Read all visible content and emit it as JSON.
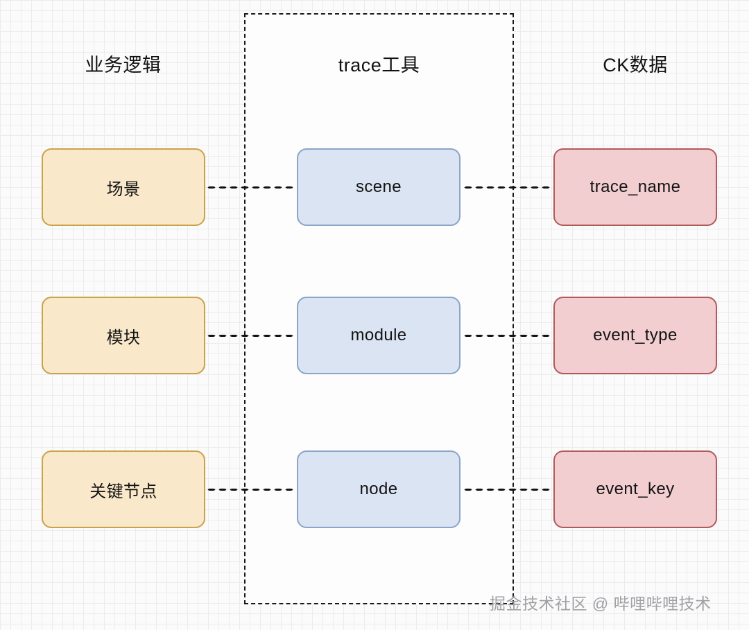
{
  "diagram": {
    "columns": [
      {
        "id": "business-logic",
        "header": "业务逻辑"
      },
      {
        "id": "trace-tool",
        "header": "trace工具"
      },
      {
        "id": "ck-data",
        "header": "CK数据"
      }
    ],
    "rows": [
      {
        "business": "场景",
        "tool": "scene",
        "ck": "trace_name"
      },
      {
        "business": "模块",
        "tool": "module",
        "ck": "event_type"
      },
      {
        "business": "关键节点",
        "tool": "node",
        "ck": "event_key"
      }
    ],
    "colors": {
      "business_fill": "#fae8ca",
      "business_border": "#c9a24a",
      "tool_fill": "#dbe4f2",
      "tool_border": "#8ba4c7",
      "ck_fill": "#f2ced0",
      "ck_border": "#b05a5c",
      "connector": "#111111",
      "region_border": "#1a1a1a",
      "canvas_background": "#fbfbfb"
    }
  },
  "watermark": {
    "text": "掘金技术社区 @ 哔哩哔哩技术"
  }
}
